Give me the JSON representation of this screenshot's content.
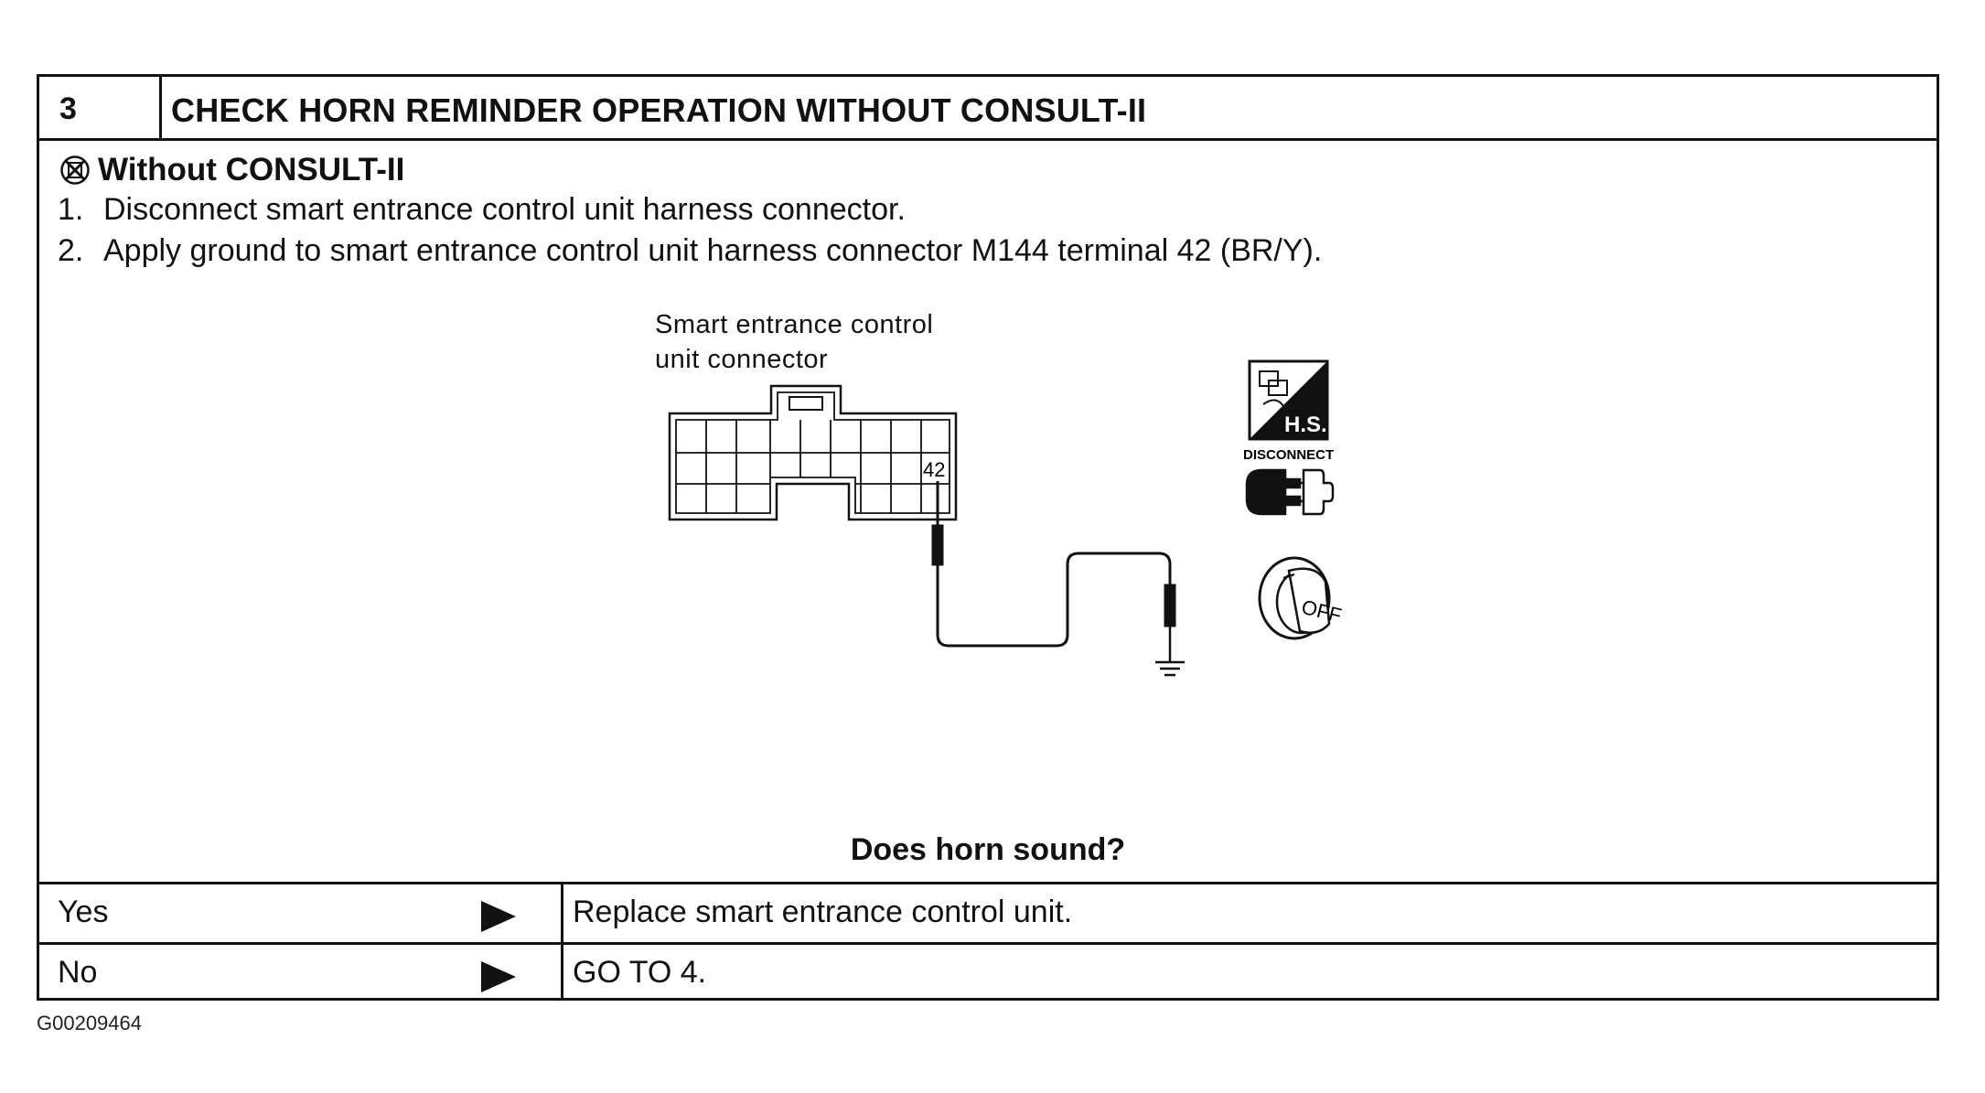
{
  "step": {
    "number": "3",
    "title": "CHECK HORN REMINDER OPERATION WITHOUT CONSULT-II"
  },
  "condition": {
    "icon": "no-consult-icon",
    "label": "Without CONSULT-II"
  },
  "instructions": [
    {
      "num": "1.",
      "text": "Disconnect smart entrance control unit harness connector."
    },
    {
      "num": "2.",
      "text": "Apply ground to smart entrance control unit harness connector M144 terminal 42 (BR/Y)."
    }
  ],
  "diagram": {
    "connector_label_line1": "Smart entrance control",
    "connector_label_line2": "unit connector",
    "terminal": "42",
    "icons": {
      "hs_icon_label": "H.S.",
      "disconnect_label": "DISCONNECT",
      "ignition_label": "OFF"
    }
  },
  "question": "Does horn sound?",
  "answers": [
    {
      "answer": "Yes",
      "result": "Replace smart entrance control unit."
    },
    {
      "answer": "No",
      "result": "GO TO 4."
    }
  ],
  "figure_code": "G00209464"
}
